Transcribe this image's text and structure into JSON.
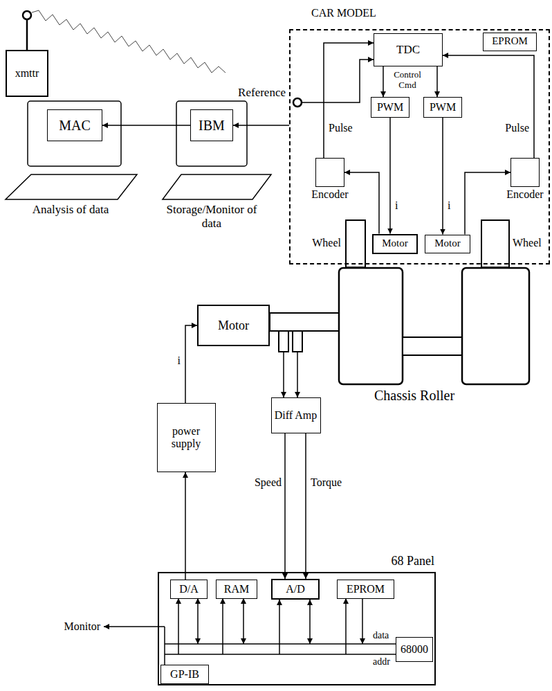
{
  "diagram": {
    "nodes": [
      {
        "text": [
          "CAR MODEL"
        ]
      },
      {
        "text": [
          "TDC"
        ],
        "in": 0
      },
      {
        "text": [
          "EPROM"
        ],
        "in": 0
      },
      {
        "text": [
          "PWM"
        ],
        "in": 0
      },
      {
        "text": [
          "PWM"
        ],
        "in": 0
      },
      {
        "text": [
          "Encoder"
        ],
        "in": 0
      },
      {
        "text": [
          "Encoder"
        ],
        "in": 0
      },
      {
        "text": [
          "Motor"
        ],
        "in": 0
      },
      {
        "text": [
          "Motor"
        ],
        "in": 0
      },
      {
        "text": [
          "xmttr"
        ]
      },
      {
        "text": [
          "MAC"
        ]
      },
      {
        "text": [
          "IBM"
        ]
      },
      {
        "text": [
          "Motor"
        ]
      },
      {
        "text": [
          "Diff Amp"
        ]
      },
      {
        "text": [
          "power supply"
        ]
      },
      {
        "text": [
          "68 Panel"
        ]
      },
      {
        "text": [
          "D/A"
        ],
        "in": 15
      },
      {
        "text": [
          "RAM"
        ],
        "in": 15
      },
      {
        "text": [
          "A/D"
        ],
        "in": 15
      },
      {
        "text": [
          "EPROM"
        ],
        "in": 15
      },
      {
        "text": [
          "68000"
        ],
        "in": 15
      },
      {
        "text": [
          "GP-IB"
        ],
        "in": 15
      }
    ],
    "edges": [
      {
        "from": 1,
        "to": 3,
        "arrow": "to"
      },
      {
        "from": 1,
        "to": 4,
        "arrow": "to"
      },
      {
        "from": 3,
        "to": 7,
        "label": "i",
        "arrow": "to"
      },
      {
        "from": 4,
        "to": 8,
        "label": "i",
        "arrow": "to"
      },
      {
        "from": 5,
        "to": 1,
        "label": "Pulse",
        "arrow": "to"
      },
      {
        "from": 6,
        "to": 1,
        "label": "Pulse",
        "arrow": "to"
      },
      {
        "from": 7,
        "to": 5,
        "arrow": "to"
      },
      {
        "from": 8,
        "to": 6,
        "arrow": "to"
      },
      {
        "from": 0,
        "to": 11,
        "arrow": "to"
      },
      {
        "from": 11,
        "to": 10,
        "arrow": "to"
      },
      {
        "from": 14,
        "to": 12,
        "label": "i",
        "arrow": "to"
      },
      {
        "from": 13,
        "to": 18,
        "label": "Speed",
        "arrow": "to"
      },
      {
        "from": 13,
        "to": 18,
        "label": "Torque",
        "arrow": "to"
      },
      {
        "from": 16,
        "to": 14,
        "arrow": "to"
      }
    ],
    "labels": [
      "Reference",
      "Control Cmd",
      "Wheel",
      "Wheel",
      "Analysis of data",
      "Storage/Monitor of data",
      "Chassis Roller",
      "Monitor",
      "data",
      "addr"
    ]
  }
}
